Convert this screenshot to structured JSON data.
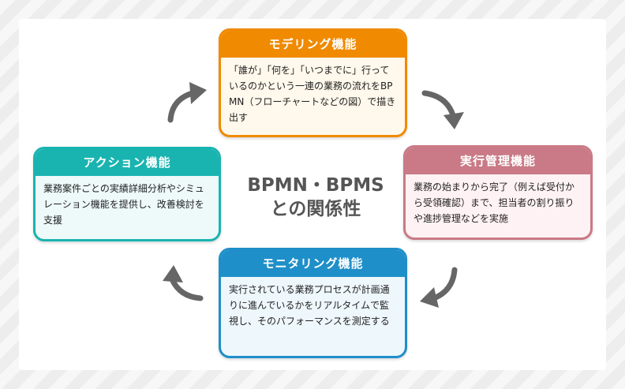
{
  "center": {
    "line1": "BPMN・BPMS",
    "line2": "との関係性"
  },
  "boxes": {
    "modeling": {
      "title": "モデリング機能",
      "text": "「誰が」「何を」「いつまでに」行っているのかという一連の業務の流れをBPMN（フローチャートなどの図）で描き出す"
    },
    "execution": {
      "title": "実行管理機能",
      "text": "業務の始まりから完了（例えば受付から受領確認）まで、担当者の割り振りや進捗管理などを実施"
    },
    "monitoring": {
      "title": "モニタリング機能",
      "text": "実行されている業務プロセスが計画通りに進んでいるかをリアルタイムで監視し、そのパフォーマンスを測定する"
    },
    "action": {
      "title": "アクション機能",
      "text": "業務案件ごとの実績詳細分析やシミュレーション機能を提供し、改善検討を支援"
    }
  },
  "colors": {
    "modeling": "#f08a00",
    "execution": "#c97a86",
    "monitoring": "#1f8fc9",
    "action": "#1ab4b0",
    "arrow": "#666666"
  }
}
